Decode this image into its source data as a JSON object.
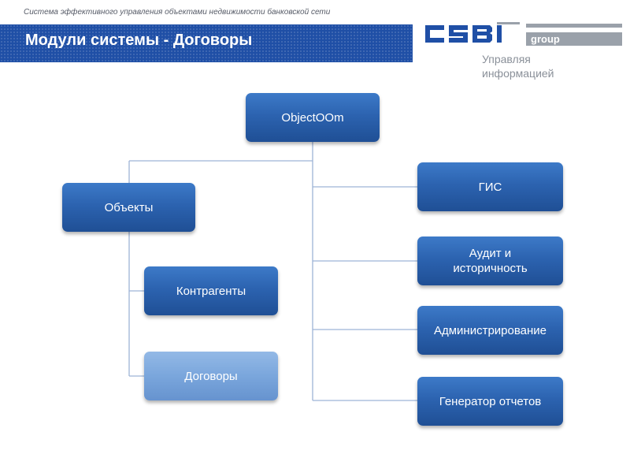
{
  "header": {
    "subtitle": "Система эффективного управления объектами недвижимости банковской сети",
    "title": "Модули системы - Договоры"
  },
  "logo": {
    "letters": "CSBI",
    "group": "group",
    "slogan_line1": "Управляя",
    "slogan_line2": "информацией"
  },
  "diagram": {
    "root": "ObjectOOm",
    "objects": "Объекты",
    "counterparties": "Контрагенты",
    "contracts": "Договоры",
    "gis": "ГИС",
    "audit_line1": "Аудит и",
    "audit_line2": "историчность",
    "admin": "Администрирование",
    "reports": "Генератор отчетов"
  },
  "colors": {
    "title_bar": "#1f4fa6",
    "node": "#2c63b0",
    "node_active": "#7aa6dc",
    "connector": "#9db3d6"
  }
}
